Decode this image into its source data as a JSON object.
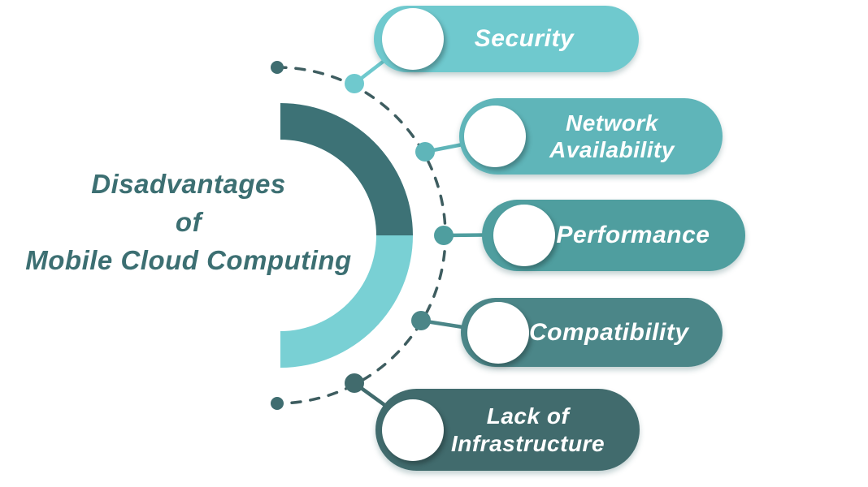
{
  "title": {
    "line1": "Disadvantages",
    "line2": "of",
    "line3": "Mobile Cloud Computing",
    "color": "#3c6f72"
  },
  "items": [
    {
      "label_line1": "Security",
      "label_line2": "",
      "color": "#6fc9ce"
    },
    {
      "label_line1": "Network",
      "label_line2": "Availability",
      "color": "#5fb5b9"
    },
    {
      "label_line1": "Performance",
      "label_line2": "",
      "color": "#4f9e9f"
    },
    {
      "label_line1": "Compatibility",
      "label_line2": "",
      "color": "#4b8688"
    },
    {
      "label_line1": "Lack of",
      "label_line2": "Infrastructure",
      "color": "#416b6d"
    }
  ],
  "half_donut": {
    "top_segment_color": "#3d7276",
    "bottom_segment_color": "#79d0d4"
  },
  "dashed_arc": {
    "stroke_color": "#3e5d60",
    "endpoint_dot_color": "#3f6d70"
  },
  "text_color_on_pills": "#ffffff",
  "background_color": "#ffffff"
}
